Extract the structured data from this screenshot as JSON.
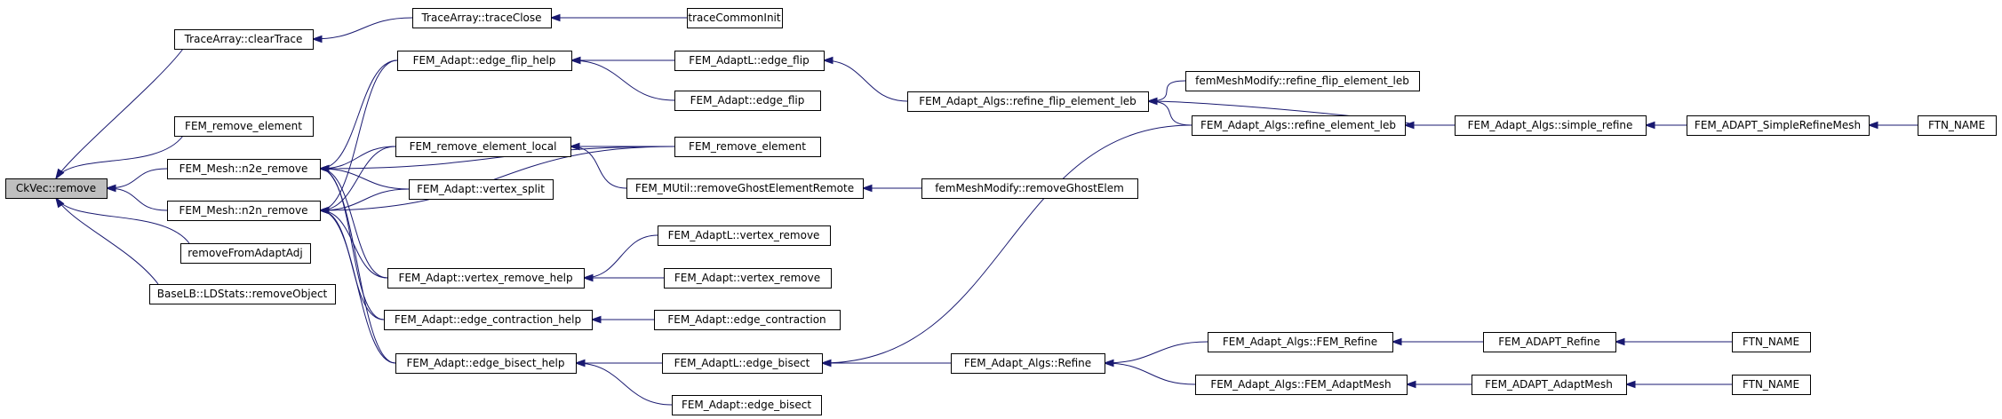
{
  "nodes": {
    "ckvec_remove": "CkVec::remove",
    "tracearray_cleartrace": "TraceArray::clearTrace",
    "tracearray_traceclose": "TraceArray::traceClose",
    "tracecommoninit": "traceCommonInit",
    "fem_remove_element": "FEM_remove_element",
    "fem_mesh_n2e_remove": "FEM_Mesh::n2e_remove",
    "fem_mesh_n2n_remove": "FEM_Mesh::n2n_remove",
    "removefromadaptadj": "removeFromAdaptAdj",
    "baselb_ldstats_removeobject": "BaseLB::LDStats::removeObject",
    "fem_adapt_edge_flip_help": "FEM_Adapt::edge_flip_help",
    "fem_remove_element_local": "FEM_remove_element_local",
    "fem_adapt_vertex_split": "FEM_Adapt::vertex_split",
    "fem_adapt_vertex_remove_help": "FEM_Adapt::vertex_remove_help",
    "fem_adapt_edge_contraction_help": "FEM_Adapt::edge_contraction_help",
    "fem_adapt_edge_bisect_help": "FEM_Adapt::edge_bisect_help",
    "fem_adaptl_edge_flip": "FEM_AdaptL::edge_flip",
    "fem_adapt_edge_flip": "FEM_Adapt::edge_flip",
    "fem_remove_element_2": "FEM_remove_element",
    "fem_mutil_removeghostelementremote": "FEM_MUtil::removeGhostElementRemote",
    "fem_adaptl_vertex_remove": "FEM_AdaptL::vertex_remove",
    "fem_adapt_vertex_remove": "FEM_Adapt::vertex_remove",
    "fem_adapt_edge_contraction": "FEM_Adapt::edge_contraction",
    "fem_adaptl_edge_bisect": "FEM_AdaptL::edge_bisect",
    "fem_adapt_edge_bisect": "FEM_Adapt::edge_bisect",
    "fem_adapt_algs_refine_flip_element_leb": "FEM_Adapt_Algs::refine_flip_element_leb",
    "femmeshmodify_refine_flip_element_leb": "femMeshModify::refine_flip_element_leb",
    "fem_adapt_algs_refine_element_leb": "FEM_Adapt_Algs::refine_element_leb",
    "femmeshmodify_removeghostelem": "femMeshModify::removeGhostElem",
    "fem_adapt_algs_simple_refine": "FEM_Adapt_Algs::simple_refine",
    "fem_adapt_simplerefinemesh": "FEM_ADAPT_SimpleRefineMesh",
    "ftn_name_1": "FTN_NAME",
    "fem_adapt_algs_refine": "FEM_Adapt_Algs::Refine",
    "fem_adapt_algs_fem_refine": "FEM_Adapt_Algs::FEM_Refine",
    "fem_adapt_algs_fem_adaptmesh": "FEM_Adapt_Algs::FEM_AdaptMesh",
    "fem_adapt_refine": "FEM_ADAPT_Refine",
    "fem_adapt_adaptmesh": "FEM_ADAPT_AdaptMesh",
    "ftn_name_2": "FTN_NAME",
    "ftn_name_3": "FTN_NAME"
  },
  "colors": {
    "edge": "#191970",
    "node_border": "#000000",
    "root_fill": "#bfbfbf",
    "node_fill": "#ffffff"
  }
}
